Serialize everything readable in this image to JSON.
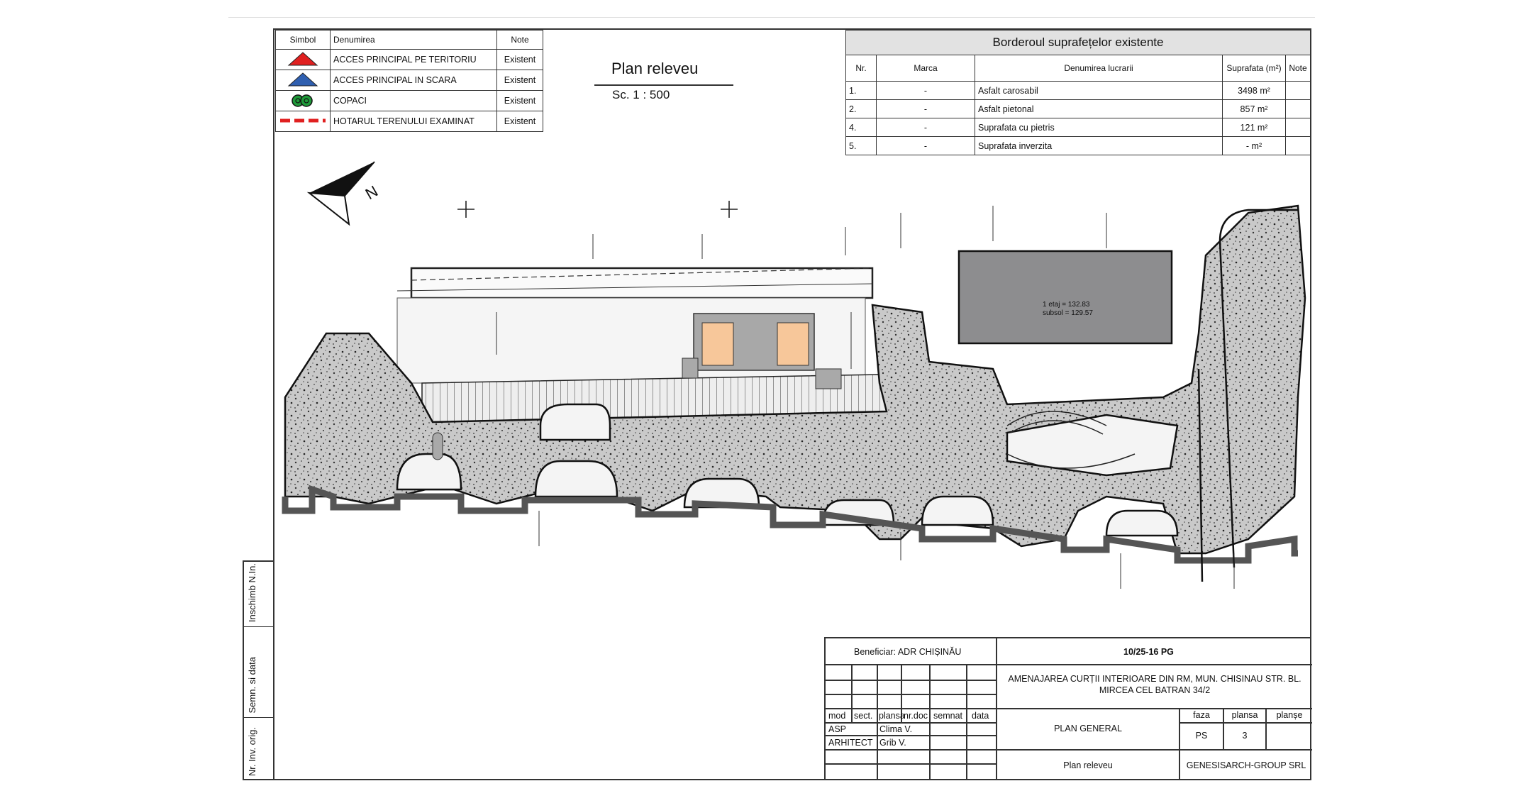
{
  "legend": {
    "headers": {
      "symbol": "Simbol",
      "name": "Denumirea",
      "note": "Note"
    },
    "rows": [
      {
        "icon": "red-triangle-icon",
        "label": "ACCES PRINCIPAL PE TERITORIU",
        "note": "Existent"
      },
      {
        "icon": "blue-triangle-icon",
        "label": "ACCES PRINCIPAL IN SCARA",
        "note": "Existent"
      },
      {
        "icon": "tree-icon",
        "label": "COPACI",
        "note": "Existent"
      },
      {
        "icon": "dashed-red-line-icon",
        "label": "HOTARUL TERENULUI EXAMINAT",
        "note": "Existent"
      }
    ],
    "colors": {
      "red": "#e02020",
      "blue": "#2f5fb0",
      "green": "#1f9a3a"
    }
  },
  "plan": {
    "title": "Plan releveu",
    "scale": "Sc. 1 : 500"
  },
  "surfaces": {
    "caption": "Borderoul suprafețelor existente",
    "headers": {
      "nr": "Nr.",
      "marca": "Marca",
      "denumire": "Denumirea lucrarii",
      "suprafata": "Suprafata (m²)",
      "note": "Note"
    },
    "rows": [
      {
        "nr": "1.",
        "marca": "-",
        "name": "Asfalt carosabil",
        "area": "3498 m²",
        "note": ""
      },
      {
        "nr": "2.",
        "marca": "-",
        "name": "Asfalt pietonal",
        "area": "857 m²",
        "note": ""
      },
      {
        "nr": "4.",
        "marca": "-",
        "name": "Suprafata cu pietris",
        "area": "121 m²",
        "note": ""
      },
      {
        "nr": "5.",
        "marca": "-",
        "name": "Suprafata inverzita",
        "area": "- m²",
        "note": ""
      }
    ]
  },
  "drawing": {
    "north": "N",
    "building_label_1": "1 etaj = 132.83",
    "building_label_2": "subsol = 129.57"
  },
  "side_strip": {
    "labels": [
      "Inschimb N.In.",
      "Semn. si data",
      "Nr. Inv. orig."
    ]
  },
  "title_block": {
    "beneficiar": "Beneficiar: ADR CHIȘINĂU",
    "project_code": "10/25-16 PG",
    "project_name_1": "AMENAJAREA CURȚII INTERIOARE DIN RM, MUN. CHISINAU STR. BL.",
    "project_name_2": "MIRCEA CEL BATRAN 34/2",
    "columns": [
      "mod",
      "sect.",
      "plansa",
      "nr.doc",
      "semnat",
      "data"
    ],
    "asp_role": "ASP",
    "asp_name": "Clima V.",
    "arch_role": "ARHITECT",
    "arch_name": "Grib V.",
    "section_title": "PLAN GENERAL",
    "faza_label": "faza",
    "plansa_label": "plansa",
    "planse_label": "planșe",
    "faza_value": "PS",
    "plansa_value": "3",
    "sheet_title": "Plan releveu",
    "company": "GENESISARCH-GROUP SRL"
  }
}
